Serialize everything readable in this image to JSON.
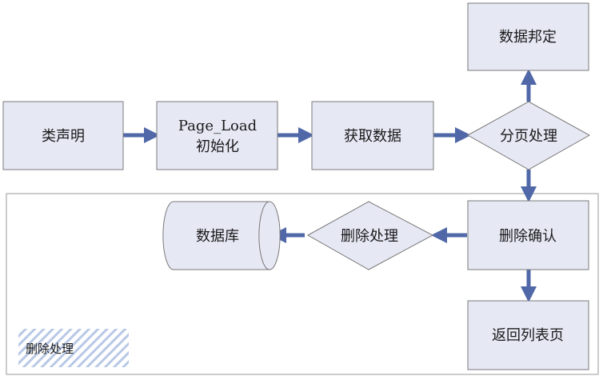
{
  "nodes": {
    "class_decl": "类声明",
    "page_load_line1": "Page_Load",
    "page_load_line2": "初始化",
    "get_data": "获取数据",
    "paging": "分页处理",
    "data_binding": "数据邦定",
    "delete_confirm": "删除确认",
    "delete_process": "删除处理",
    "database": "数据库",
    "return_list": "返回列表页"
  },
  "legend": {
    "label": "删除处理"
  },
  "colors": {
    "box_fill": "#e6e8f4",
    "box_stroke": "#7a7a7a",
    "arrow": "#5068a8",
    "frame_stroke": "#9a9a9a",
    "legend_pattern": "#9db3d8"
  }
}
